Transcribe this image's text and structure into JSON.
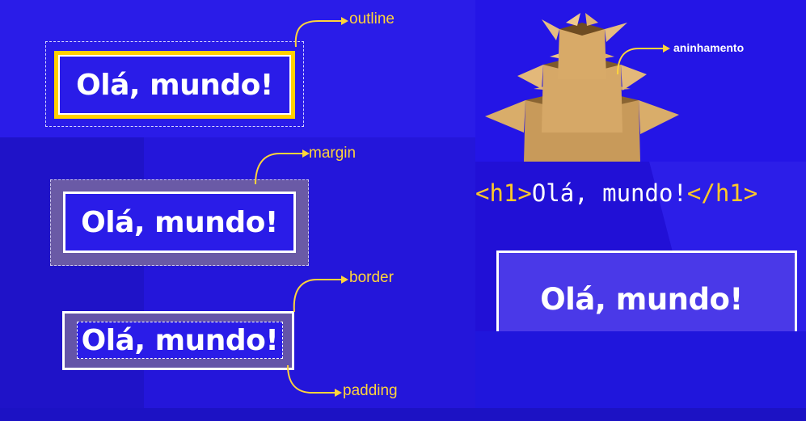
{
  "labels": {
    "outline": "outline",
    "margin": "margin",
    "border": "border",
    "padding": "padding",
    "nesting": "aninhamento"
  },
  "heading_text": "Olá, mundo!",
  "code": {
    "open_tag": "<h1>",
    "text": "Olá, mundo!",
    "close_tag": "</h1>"
  },
  "colors": {
    "background": "#2519e4",
    "accent_yellow": "#ffd43b",
    "margin_fill": "#6a5aa6",
    "padding_fill": "#6454a8",
    "text": "#ffffff"
  },
  "icons": [
    "cardboard-boxes-nesting-illustration",
    "curved-arrow-icon"
  ]
}
